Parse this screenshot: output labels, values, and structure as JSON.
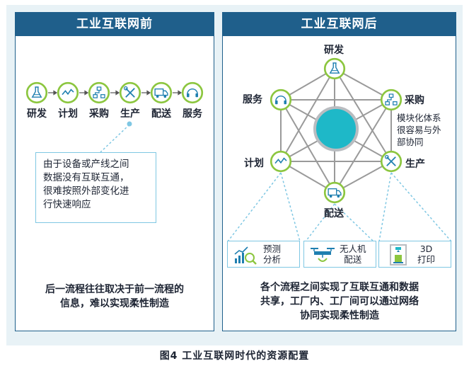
{
  "left_panel": {
    "title": "工业互联网前",
    "flow": [
      {
        "label": "研发",
        "icon": "flask-icon"
      },
      {
        "label": "计划",
        "icon": "trend-icon"
      },
      {
        "label": "采购",
        "icon": "network-icon"
      },
      {
        "label": "生产",
        "icon": "tools-icon"
      },
      {
        "label": "配送",
        "icon": "truck-icon"
      },
      {
        "label": "服务",
        "icon": "headset-icon"
      }
    ],
    "note_lines": [
      "由于设备或产线之间",
      "数据没有互联互通，",
      "很难按照外部变化进",
      "行快速响应"
    ],
    "bottom_lines": [
      "后一流程往往取决于前一流程的",
      "信息，难以实现柔性制造"
    ]
  },
  "right_panel": {
    "title": "工业互联网后",
    "nodes": [
      {
        "label": "研发",
        "icon": "flask-icon"
      },
      {
        "label": "采购",
        "icon": "network-icon"
      },
      {
        "label": "生产",
        "icon": "tools-icon"
      },
      {
        "label": "配送",
        "icon": "truck-icon"
      },
      {
        "label": "计划",
        "icon": "trend-icon"
      },
      {
        "label": "服务",
        "icon": "headset-icon"
      }
    ],
    "modular_note_lines": [
      "模块化体系",
      "很容易与外",
      "部协同"
    ],
    "tech": [
      {
        "lines": [
          "预测",
          "分析"
        ],
        "icon": "chart-magnifier-icon"
      },
      {
        "lines": [
          "无人机",
          "配送"
        ],
        "icon": "drone-icon"
      },
      {
        "lines": [
          "3D",
          "打印"
        ],
        "icon": "printer-3d-icon"
      }
    ],
    "bottom_lines": [
      "各个流程之间实现了互联互通和数据",
      "共享，工厂内、工厂间可以通过网络",
      "协同实现柔性制造"
    ]
  },
  "caption": "图4   工业互联网时代的资源配置",
  "colors": {
    "panel_header": "#1f5f8b",
    "icon_ring": "#8cc63f",
    "hub": "#1eb8c8",
    "light_blue": "#7fc7e3",
    "background": "#e8f2f6"
  }
}
